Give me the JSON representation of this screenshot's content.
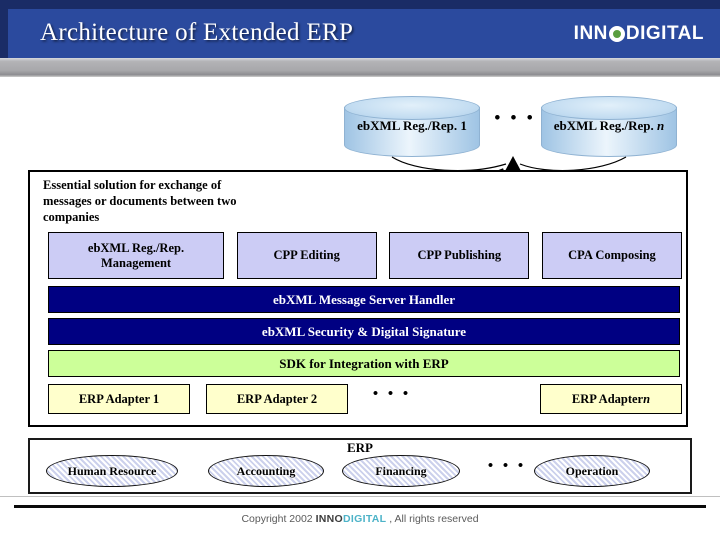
{
  "header": {
    "title": "Architecture of Extended ERP",
    "logo": {
      "inno": "INN",
      "digital": "DIGITAL"
    }
  },
  "registries": {
    "left": {
      "prefix": "ebXML Reg./Rep. ",
      "suffix": "1"
    },
    "right": {
      "prefix": "ebXML Reg./Rep. ",
      "suffix": "n"
    },
    "dots": "• • •"
  },
  "annotation": {
    "text": "Essential solution for exchange of messages or documents between two companies"
  },
  "middleware": {
    "modules": [
      "ebXML Reg./Rep. Management",
      "CPP Editing",
      "CPP Publishing",
      "CPA Composing"
    ],
    "layers": [
      "ebXML Message Server Handler",
      "ebXML Security & Digital Signature",
      "SDK for Integration with ERP"
    ],
    "adapters": {
      "a1": "ERP Adapter 1",
      "a2": "ERP Adapter 2",
      "an_prefix": "ERP Adapter ",
      "an_suffix": "n",
      "dots": "• • •"
    }
  },
  "erp": {
    "label": "ERP",
    "modules": [
      "Human Resource",
      "Accounting",
      "Financing",
      "Operation"
    ],
    "dots": "• • •"
  },
  "footer": {
    "prefix": "Copyright 2002 ",
    "logo_inno": "INNO",
    "logo_digital": "DIGITAL",
    "suffix": " , All rights reserved"
  },
  "colors": {
    "header_blue": "#2b4a9e",
    "header_dark": "#1a2c66",
    "module_fill": "#ccccf5",
    "layer_navy": "#000082",
    "layer_green": "#ccff99",
    "adapter_yellow": "#ffffcc",
    "cylinder_blue": "#b9d7ef",
    "logo_teal": "#4db3c8"
  }
}
